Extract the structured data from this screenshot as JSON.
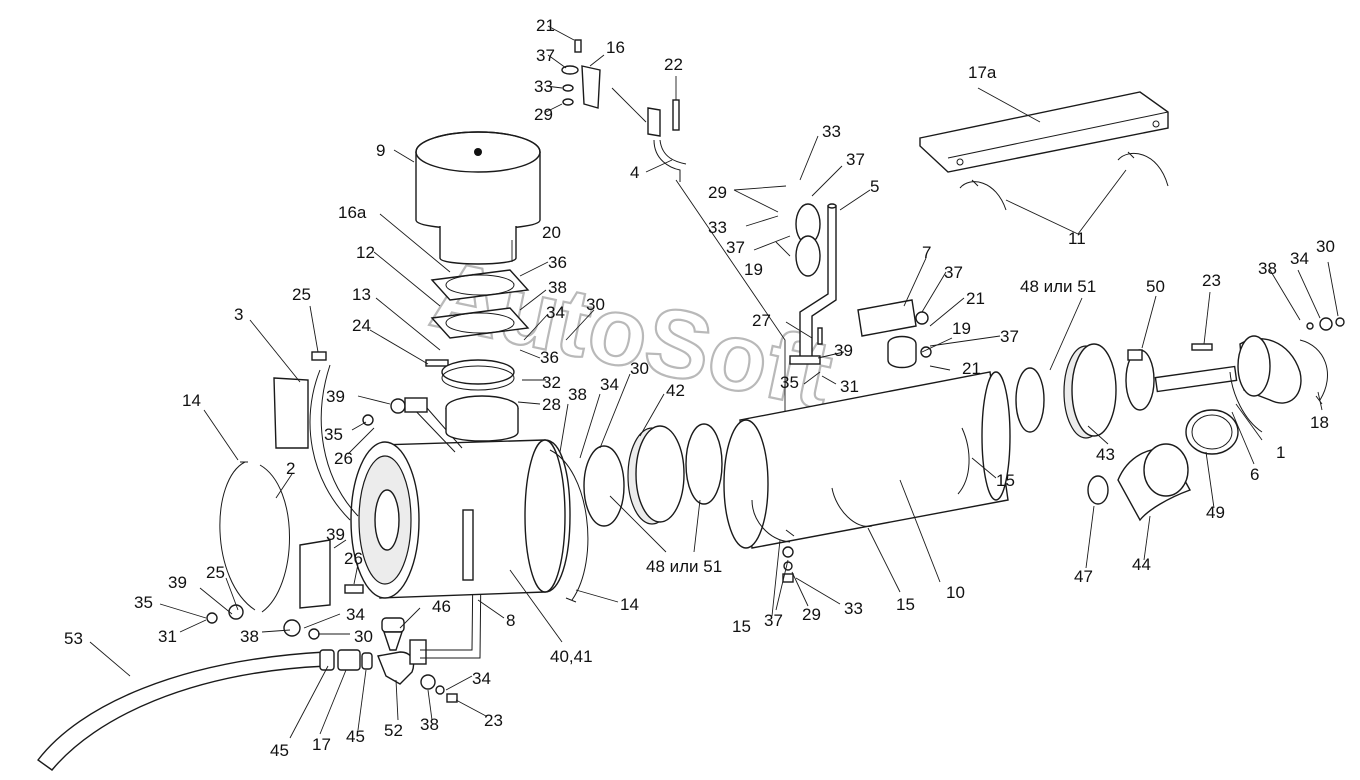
{
  "watermark": "AutoSoft",
  "labels": [
    {
      "id": "l21a",
      "text": "21"
    },
    {
      "id": "l16",
      "text": "16"
    },
    {
      "id": "l37a",
      "text": "37"
    },
    {
      "id": "l33a",
      "text": "33"
    },
    {
      "id": "l29a",
      "text": "29"
    },
    {
      "id": "l22",
      "text": "22"
    },
    {
      "id": "l17a",
      "text": "17а"
    },
    {
      "id": "l9",
      "text": "9"
    },
    {
      "id": "l4",
      "text": "4"
    },
    {
      "id": "l33b",
      "text": "33"
    },
    {
      "id": "l37b",
      "text": "37"
    },
    {
      "id": "l29b",
      "text": "29"
    },
    {
      "id": "l5",
      "text": "5"
    },
    {
      "id": "l33c",
      "text": "33"
    },
    {
      "id": "l37c",
      "text": "37"
    },
    {
      "id": "l19a",
      "text": "19"
    },
    {
      "id": "l16a",
      "text": "16а"
    },
    {
      "id": "l20",
      "text": "20"
    },
    {
      "id": "l11",
      "text": "11"
    },
    {
      "id": "l12",
      "text": "12"
    },
    {
      "id": "l36a",
      "text": "36"
    },
    {
      "id": "l7",
      "text": "7"
    },
    {
      "id": "l37d",
      "text": "37"
    },
    {
      "id": "l21b",
      "text": "21"
    },
    {
      "id": "l48a",
      "text": "48 или 51"
    },
    {
      "id": "l50",
      "text": "50"
    },
    {
      "id": "l23a",
      "text": "23"
    },
    {
      "id": "l38a",
      "text": "38"
    },
    {
      "id": "l34a",
      "text": "34"
    },
    {
      "id": "l30a",
      "text": "30"
    },
    {
      "id": "l25a",
      "text": "25"
    },
    {
      "id": "l13",
      "text": "13"
    },
    {
      "id": "l38b",
      "text": "38"
    },
    {
      "id": "l34b",
      "text": "34"
    },
    {
      "id": "l30b",
      "text": "30"
    },
    {
      "id": "l3",
      "text": "3"
    },
    {
      "id": "l24",
      "text": "24"
    },
    {
      "id": "l27",
      "text": "27"
    },
    {
      "id": "l19b",
      "text": "19"
    },
    {
      "id": "l37e",
      "text": "37"
    },
    {
      "id": "l39a",
      "text": "39"
    },
    {
      "id": "l36b",
      "text": "36"
    },
    {
      "id": "l32",
      "text": "32"
    },
    {
      "id": "l35a",
      "text": "35"
    },
    {
      "id": "l31a",
      "text": "31"
    },
    {
      "id": "l21c",
      "text": "21"
    },
    {
      "id": "l30c",
      "text": "30"
    },
    {
      "id": "l42",
      "text": "42"
    },
    {
      "id": "l18",
      "text": "18"
    },
    {
      "id": "l14a",
      "text": "14"
    },
    {
      "id": "l28",
      "text": "28"
    },
    {
      "id": "l38c",
      "text": "38"
    },
    {
      "id": "l34c",
      "text": "34"
    },
    {
      "id": "l39b",
      "text": "39"
    },
    {
      "id": "l1",
      "text": "1"
    },
    {
      "id": "l35b",
      "text": "35"
    },
    {
      "id": "l43",
      "text": "43"
    },
    {
      "id": "l6",
      "text": "6"
    },
    {
      "id": "l26a",
      "text": "26"
    },
    {
      "id": "l2",
      "text": "2"
    },
    {
      "id": "l15a",
      "text": "15"
    },
    {
      "id": "l49",
      "text": "49"
    },
    {
      "id": "l39c",
      "text": "39"
    },
    {
      "id": "l26b",
      "text": "26"
    },
    {
      "id": "l48b",
      "text": "48 или 51"
    },
    {
      "id": "l47",
      "text": "47"
    },
    {
      "id": "l44",
      "text": "44"
    },
    {
      "id": "l25b",
      "text": "25"
    },
    {
      "id": "l39d",
      "text": "39"
    },
    {
      "id": "l35c",
      "text": "35"
    },
    {
      "id": "l14b",
      "text": "14"
    },
    {
      "id": "l10",
      "text": "10"
    },
    {
      "id": "l46",
      "text": "46"
    },
    {
      "id": "l34d",
      "text": "34"
    },
    {
      "id": "l15b",
      "text": "15"
    },
    {
      "id": "l37f",
      "text": "37"
    },
    {
      "id": "l29c",
      "text": "29"
    },
    {
      "id": "l33d",
      "text": "33"
    },
    {
      "id": "l15c",
      "text": "15"
    },
    {
      "id": "l31b",
      "text": "31"
    },
    {
      "id": "l38d",
      "text": "38"
    },
    {
      "id": "l30d",
      "text": "30"
    },
    {
      "id": "l8",
      "text": "8"
    },
    {
      "id": "l53",
      "text": "53"
    },
    {
      "id": "l40",
      "text": "40,41"
    },
    {
      "id": "l34e",
      "text": "34"
    },
    {
      "id": "l23b",
      "text": "23"
    },
    {
      "id": "l45a",
      "text": "45"
    },
    {
      "id": "l17b",
      "text": "17"
    },
    {
      "id": "l45b",
      "text": "45"
    },
    {
      "id": "l52",
      "text": "52"
    },
    {
      "id": "l38e",
      "text": "38"
    }
  ]
}
